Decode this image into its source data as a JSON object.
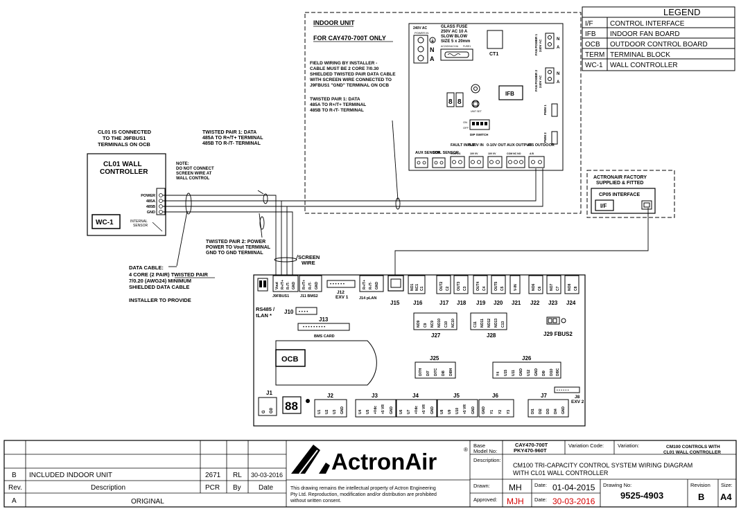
{
  "legend": {
    "title": "LEGEND",
    "rows": [
      {
        "abbr": "I/F",
        "desc": "CONTROL INTERFACE"
      },
      {
        "abbr": "IFB",
        "desc": "INDOOR FAN BOARD"
      },
      {
        "abbr": "OCB",
        "desc": "OUTDOOR CONTROL BOARD"
      },
      {
        "abbr": "TERM",
        "desc": "TERMINAL BLOCK"
      },
      {
        "abbr": "WC-1",
        "desc": "WALL CONTROLLER"
      }
    ]
  },
  "indoor": {
    "title": "INDOOR UNIT",
    "subtitle": "FOR CAY470-700T ONLY",
    "field_note": [
      "FIELD WIRING BY INSTALLER -",
      "CABLE MUST BE 2 CORE 7/0.30",
      "SHIELDED TWISTED PAIR DATA CABLE",
      "WITH SCREEN WIRE CONNECTED TO",
      "J9FBUS1 \"GND\" TERMINAL ON OCB"
    ],
    "pair_note": [
      "TWISTED PAIR 1: DATA",
      "485A TO R+/T+ TERMINAL",
      "485B TO R-/T- TERMINAL"
    ],
    "ifb": "IFB",
    "power_in": [
      "240V AC",
      "POWER IN"
    ],
    "terms_l": [
      "E",
      "N",
      "A"
    ],
    "fuse": [
      "GLASS FUSE",
      "250V AC 10 A",
      "SLOW BLOW",
      "SIZE 5 x 20mm"
    ],
    "ac_in": "AC240V/AC10A",
    "fuse_lbl": "FUSE1",
    "ct1": "CT1",
    "fp1": [
      "FAN POWER 1",
      "240V AC"
    ],
    "fp2": [
      "FAN POWER 2",
      "240V AC"
    ],
    "unit_set": "UNIT SET",
    "dip": "DIP SWITCH",
    "on": "ON",
    "off": "OFF",
    "pwm1": "PWM 1",
    "pwm2": "PWM 2",
    "bottom": [
      "AUX SENSOR",
      "COIL SENSOR",
      "FAULT INPUT",
      "0-10V IN",
      "0-10V OUT",
      "AUX OUTPUT",
      "485 OUTDOOR"
    ],
    "bottom_sub": [
      "COM DI1",
      "10V 0V",
      "10V 0V",
      "COM NC NO",
      "A B"
    ]
  },
  "cl01": {
    "note": [
      "CL01 IS CONNECTED",
      "TO THE J9FBUS1",
      "TERMINALS ON OCB"
    ],
    "title": [
      "CL01 WALL",
      "CONTROLLER"
    ],
    "note2": [
      "NOTE:",
      "DO NOT CONNECT",
      "SCREEN WIRE AT",
      "WALL CONTROL"
    ],
    "terms": [
      "POWER",
      "485A",
      "485B",
      "GND"
    ],
    "badge": "WC-1",
    "sensor": [
      "INTERNAL",
      "SENSOR"
    ]
  },
  "tp1": [
    "TWISTED PAIR 1: DATA",
    "485A TO R+/T+ TERMINAL",
    "485B TO R-/T- TERMINAL"
  ],
  "tp2": [
    "TWISTED PAIR 2: POWER",
    "POWER TO Vout TERMINAL",
    "GND TO GND TERMINAL"
  ],
  "screen": [
    "SCREEN",
    "WIRE"
  ],
  "data_cable": [
    "DATA CABLE:",
    "4 CORE (2 PAIR) TWISTED PAIR",
    "7/0.20 (AWG24) MINIMUM",
    "SHIELDED DATA CABLE",
    "",
    "INSTALLER TO PROVIDE"
  ],
  "cp05": {
    "header": [
      "ACTRONAIR FACTORY",
      "SUPPLIED & FITTED"
    ],
    "title": "CP05 INTERFACE",
    "if": "I/F"
  },
  "ocb": {
    "label": "OCB",
    "j9": "J9FBUS1",
    "j9_terms": [
      "Vout",
      "R+/T+",
      "R-/T-",
      "GND"
    ],
    "j11": "J11 BMS2",
    "j11_terms": [
      "R+/T+",
      "R-/T-",
      "GND"
    ],
    "j12": [
      "J12",
      "EXV 1"
    ],
    "j14": "J14 pLAN",
    "j14_terms": [
      "R+/T+",
      "R-/T-",
      "GND"
    ],
    "j15": "J15",
    "rs485": [
      "RS485 /",
      "tLAN *"
    ],
    "j10": "J10",
    "j13": "J13",
    "bms": "BMS CARD",
    "top": [
      "J16",
      "J17",
      "J18",
      "J19",
      "J20",
      "J21",
      "J22",
      "J23",
      "J24"
    ],
    "top_terms": [
      [
        "NO1",
        "NC1",
        "C1"
      ],
      [
        "OUT2",
        "C2"
      ],
      [
        "OUT3",
        "C3"
      ],
      [
        "OUT4",
        "C4"
      ],
      [
        "OUT5",
        "C5"
      ],
      [
        "V-IN"
      ],
      [
        "NO6",
        "C6"
      ],
      [
        "NO7",
        "C7"
      ],
      [
        "NO8",
        "C8"
      ]
    ],
    "j27": "J27",
    "j27_terms": [
      "NO9",
      "C9",
      "NC9",
      "NO10",
      "C10",
      "NC10"
    ],
    "j28": "J28",
    "j28_terms": [
      "C11",
      "NO11",
      "NO12",
      "NO13",
      "C13"
    ],
    "j29": "J29 FBUS2",
    "j25": "J25",
    "j25_terms": [
      "DI7H",
      "DI7",
      "DI7C",
      "DI8",
      "DI8H"
    ],
    "j26": "J26",
    "j26_terms": [
      "Y4",
      "U15",
      "U11",
      "GND",
      "U12",
      "GND",
      "DI9",
      "DI10",
      "DI9C"
    ],
    "j8": [
      "J8",
      "EXV 2"
    ],
    "j1": "J1",
    "j1_terms": [
      "G",
      "G0"
    ],
    "bottom": [
      "J2",
      "J3",
      "J4",
      "J5",
      "J6",
      "J7"
    ],
    "bottom_terms": [
      [
        "U1",
        "U2",
        "U3",
        "GND"
      ],
      [
        "U4",
        "U5",
        "+Vdc",
        "+5 VR",
        "GND"
      ],
      [
        "U6",
        "U7",
        "+Vdc",
        "+5 VR",
        "GND"
      ],
      [
        "U8",
        "U9",
        "U10",
        "+5 VR",
        "GND"
      ],
      [
        "GND",
        "Y1",
        "Y2",
        "Y3"
      ],
      [
        "DI1",
        "DI2",
        "DI3",
        "DI4",
        "GND"
      ]
    ]
  },
  "title_block": {
    "revs": [
      {
        "rev": "B",
        "desc": "INCLUDED INDOOR UNIT",
        "pcr": "2671",
        "by": "RL",
        "date": "30-03-2016"
      },
      {
        "rev": "Rev.",
        "desc": "Description",
        "pcr": "PCR",
        "by": "By",
        "date": "Date"
      },
      {
        "rev": "A",
        "desc": "ORIGINAL",
        "pcr": "",
        "by": "",
        "date": ""
      }
    ],
    "brand": "ActronAir",
    "reg": "®",
    "disclaimer": [
      "This drawing remains the intellectual property of Actron Engineering",
      "Pty Ltd. Reproduction, modification and/or distribution are prohibited",
      "without written consent."
    ],
    "base_label": [
      "Base",
      "Model No:"
    ],
    "base_values": [
      "CAY470-700T",
      "PKY470-960T"
    ],
    "variation_code_label": "Variation Code:",
    "variation_label": "Variation:",
    "variation_value": [
      "CM100 CONTROLS WITH",
      "CL01 WALL CONTROLLER"
    ],
    "description_label": "Description:",
    "description_value": [
      "CM100 TRI-CAPACITY CONTROL SYSTEM WIRING DIAGRAM",
      "WITH CL01 WALL CONTROLLER"
    ],
    "drawn_label": "Drawn:",
    "drawn_value": "MH",
    "date_label": "Date:",
    "drawn_date": "01-04-2015",
    "approved_label": "Approved:",
    "approved_value": "MJH",
    "approved_date": "30-03-2016",
    "drawing_no_label": "Drawing No:",
    "drawing_no": "9525-4903",
    "revision_label": "Revision",
    "revision": "B",
    "size_label": "Size:",
    "size": "A4"
  },
  "colors": {
    "line": "#000000",
    "red": "#d40000"
  }
}
